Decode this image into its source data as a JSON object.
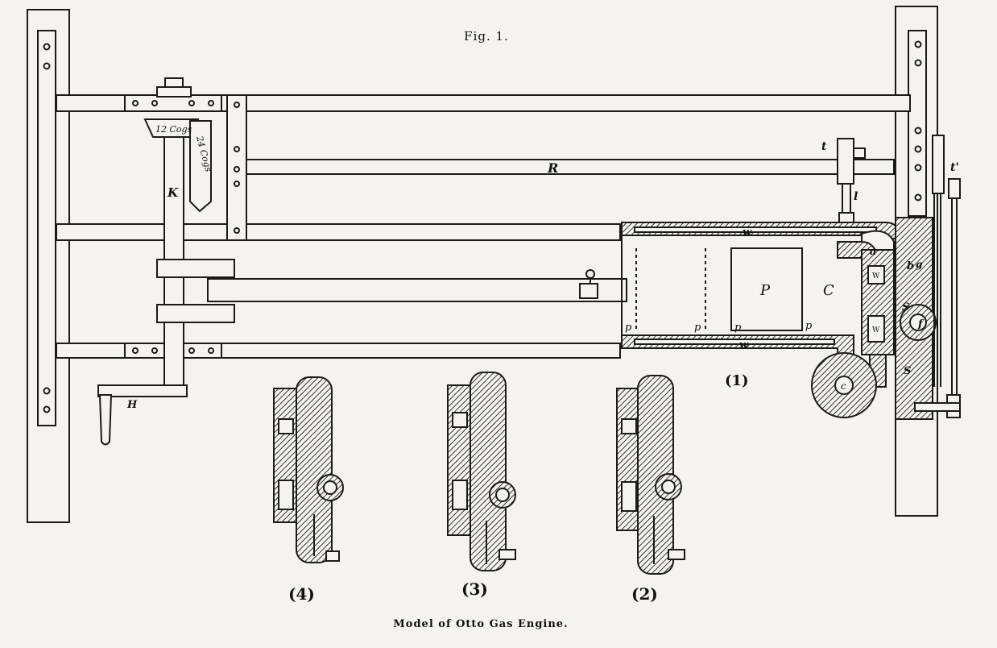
{
  "figure_title": "Fig. 1.",
  "caption": "Model of Otto Gas Engine.",
  "labels": {
    "cogs_12": "12 Cogs",
    "cogs_24": "24 Cogs",
    "K": "K",
    "R": "R",
    "t": "t",
    "t_prime": "t'",
    "l": "l",
    "H": "H",
    "w_top": "w",
    "w_bottom": "w",
    "P": "P",
    "C": "C",
    "a": "a",
    "b": "b",
    "g": "g",
    "s_upper": "S",
    "s_lower": "S",
    "f": "f",
    "c": "c",
    "p1": "p",
    "p2": "p",
    "p3": "p",
    "p4": "p",
    "w_valve1": "W",
    "w_valve2": "W",
    "pos1": "(1)",
    "pos2": "(2)",
    "pos3": "(3)",
    "pos4": "(4)"
  },
  "colors": {
    "ink": "#1a1a1a",
    "paper": "#f4f3ef",
    "hatch": "#555555"
  }
}
